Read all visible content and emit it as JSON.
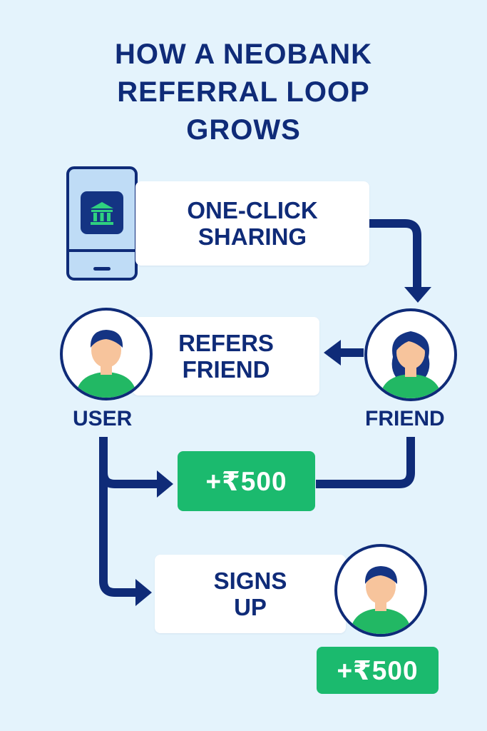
{
  "title": {
    "lines": [
      "HOW A NEOBANK",
      "REFERRAL LOOP",
      "GROWS"
    ]
  },
  "steps": {
    "sharing": {
      "lines": [
        "ONE-CLICK",
        "SHARING"
      ]
    },
    "refers": {
      "lines": [
        "REFERS",
        "FRIEND"
      ]
    },
    "signs_up": {
      "lines": [
        "SIGNS",
        "UP"
      ]
    }
  },
  "people": {
    "user": "USER",
    "friend": "FRIEND"
  },
  "rewards": {
    "first": "+₹500",
    "second": "+₹500"
  },
  "icons": {
    "phone": "smartphone-icon",
    "bank": "bank-icon",
    "user": "person-icon",
    "friend": "person-female-icon",
    "new_user": "person-icon"
  },
  "colors": {
    "background": "#e4f3fc",
    "navy": "#0f2b78",
    "green": "#1bba6e",
    "skin": "#f7c49c"
  }
}
